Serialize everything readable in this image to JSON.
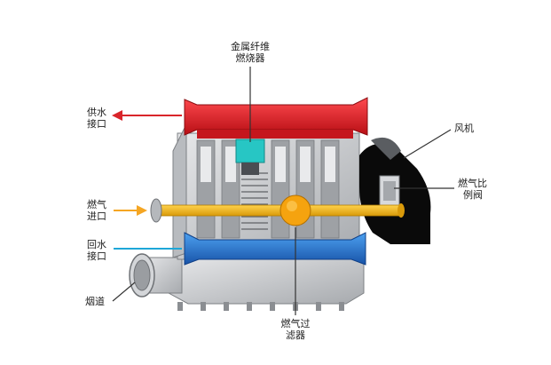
{
  "labels": {
    "burner": [
      "金属纤维",
      "燃烧器"
    ],
    "water_supply": [
      "供水",
      "接口"
    ],
    "fan": [
      "风机"
    ],
    "gas_valve": [
      "燃气比",
      "例阀"
    ],
    "gas_inlet": [
      "燃气",
      "进口"
    ],
    "water_return": [
      "回水",
      "接口"
    ],
    "flue": [
      "烟道"
    ],
    "gas_filter": [
      "燃气过",
      "滤器"
    ]
  },
  "colors": {
    "supply_arrow": "#d9252a",
    "inlet_arrow": "#f5a623",
    "return_line": "#1ea7d8",
    "leader_line": "#333333",
    "manifold_red": "#e21a22",
    "manifold_blue": "#1f6fd0",
    "burner_cyan": "#27c6c4",
    "gas_pipe": "#f2b418",
    "fan_body": "#0a0a0a",
    "casing_gray": "#c9cbce"
  }
}
